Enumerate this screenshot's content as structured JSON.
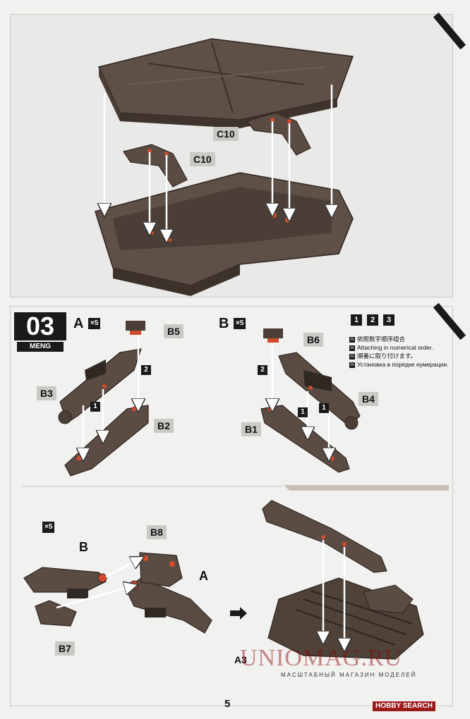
{
  "top_panel": {
    "labels": {
      "c10_right": "C10",
      "c10_left": "C10"
    }
  },
  "step": {
    "number": "03",
    "brand": "MENG",
    "subassembly_a": {
      "letter": "A",
      "qty": "×5"
    },
    "subassembly_b": {
      "letter": "B",
      "qty": "×5"
    }
  },
  "order_boxes": [
    "1",
    "2",
    "3"
  ],
  "instructions": [
    {
      "lang": "m",
      "text": "依照数字顺序组合"
    },
    {
      "lang": "m",
      "text": "Attaching in numerical order."
    },
    {
      "lang": "m",
      "text": "順番に取り付けます。"
    },
    {
      "lang": "m",
      "text": "Установка в порядке нумерации."
    }
  ],
  "parts_a": {
    "top": "B5",
    "left": "B3",
    "bottom": "B2",
    "step1": "1",
    "step2": "2"
  },
  "parts_b": {
    "top": "B6",
    "right": "B4",
    "bottom": "B1",
    "step1": "1",
    "step2": "2",
    "step1b": "1"
  },
  "lower": {
    "qty": "×5",
    "label_b": "B",
    "label_a": "A",
    "plate_top": "B8",
    "plate_bottom": "B7",
    "result_label": "A3"
  },
  "watermark": {
    "main": "UNIOMAG.RU",
    "sub": "МАСШТАБНЫЙ МАГАЗИН МОДЕЛЕЙ"
  },
  "page_number": "5",
  "credit": "HOBBY SEARCH"
}
